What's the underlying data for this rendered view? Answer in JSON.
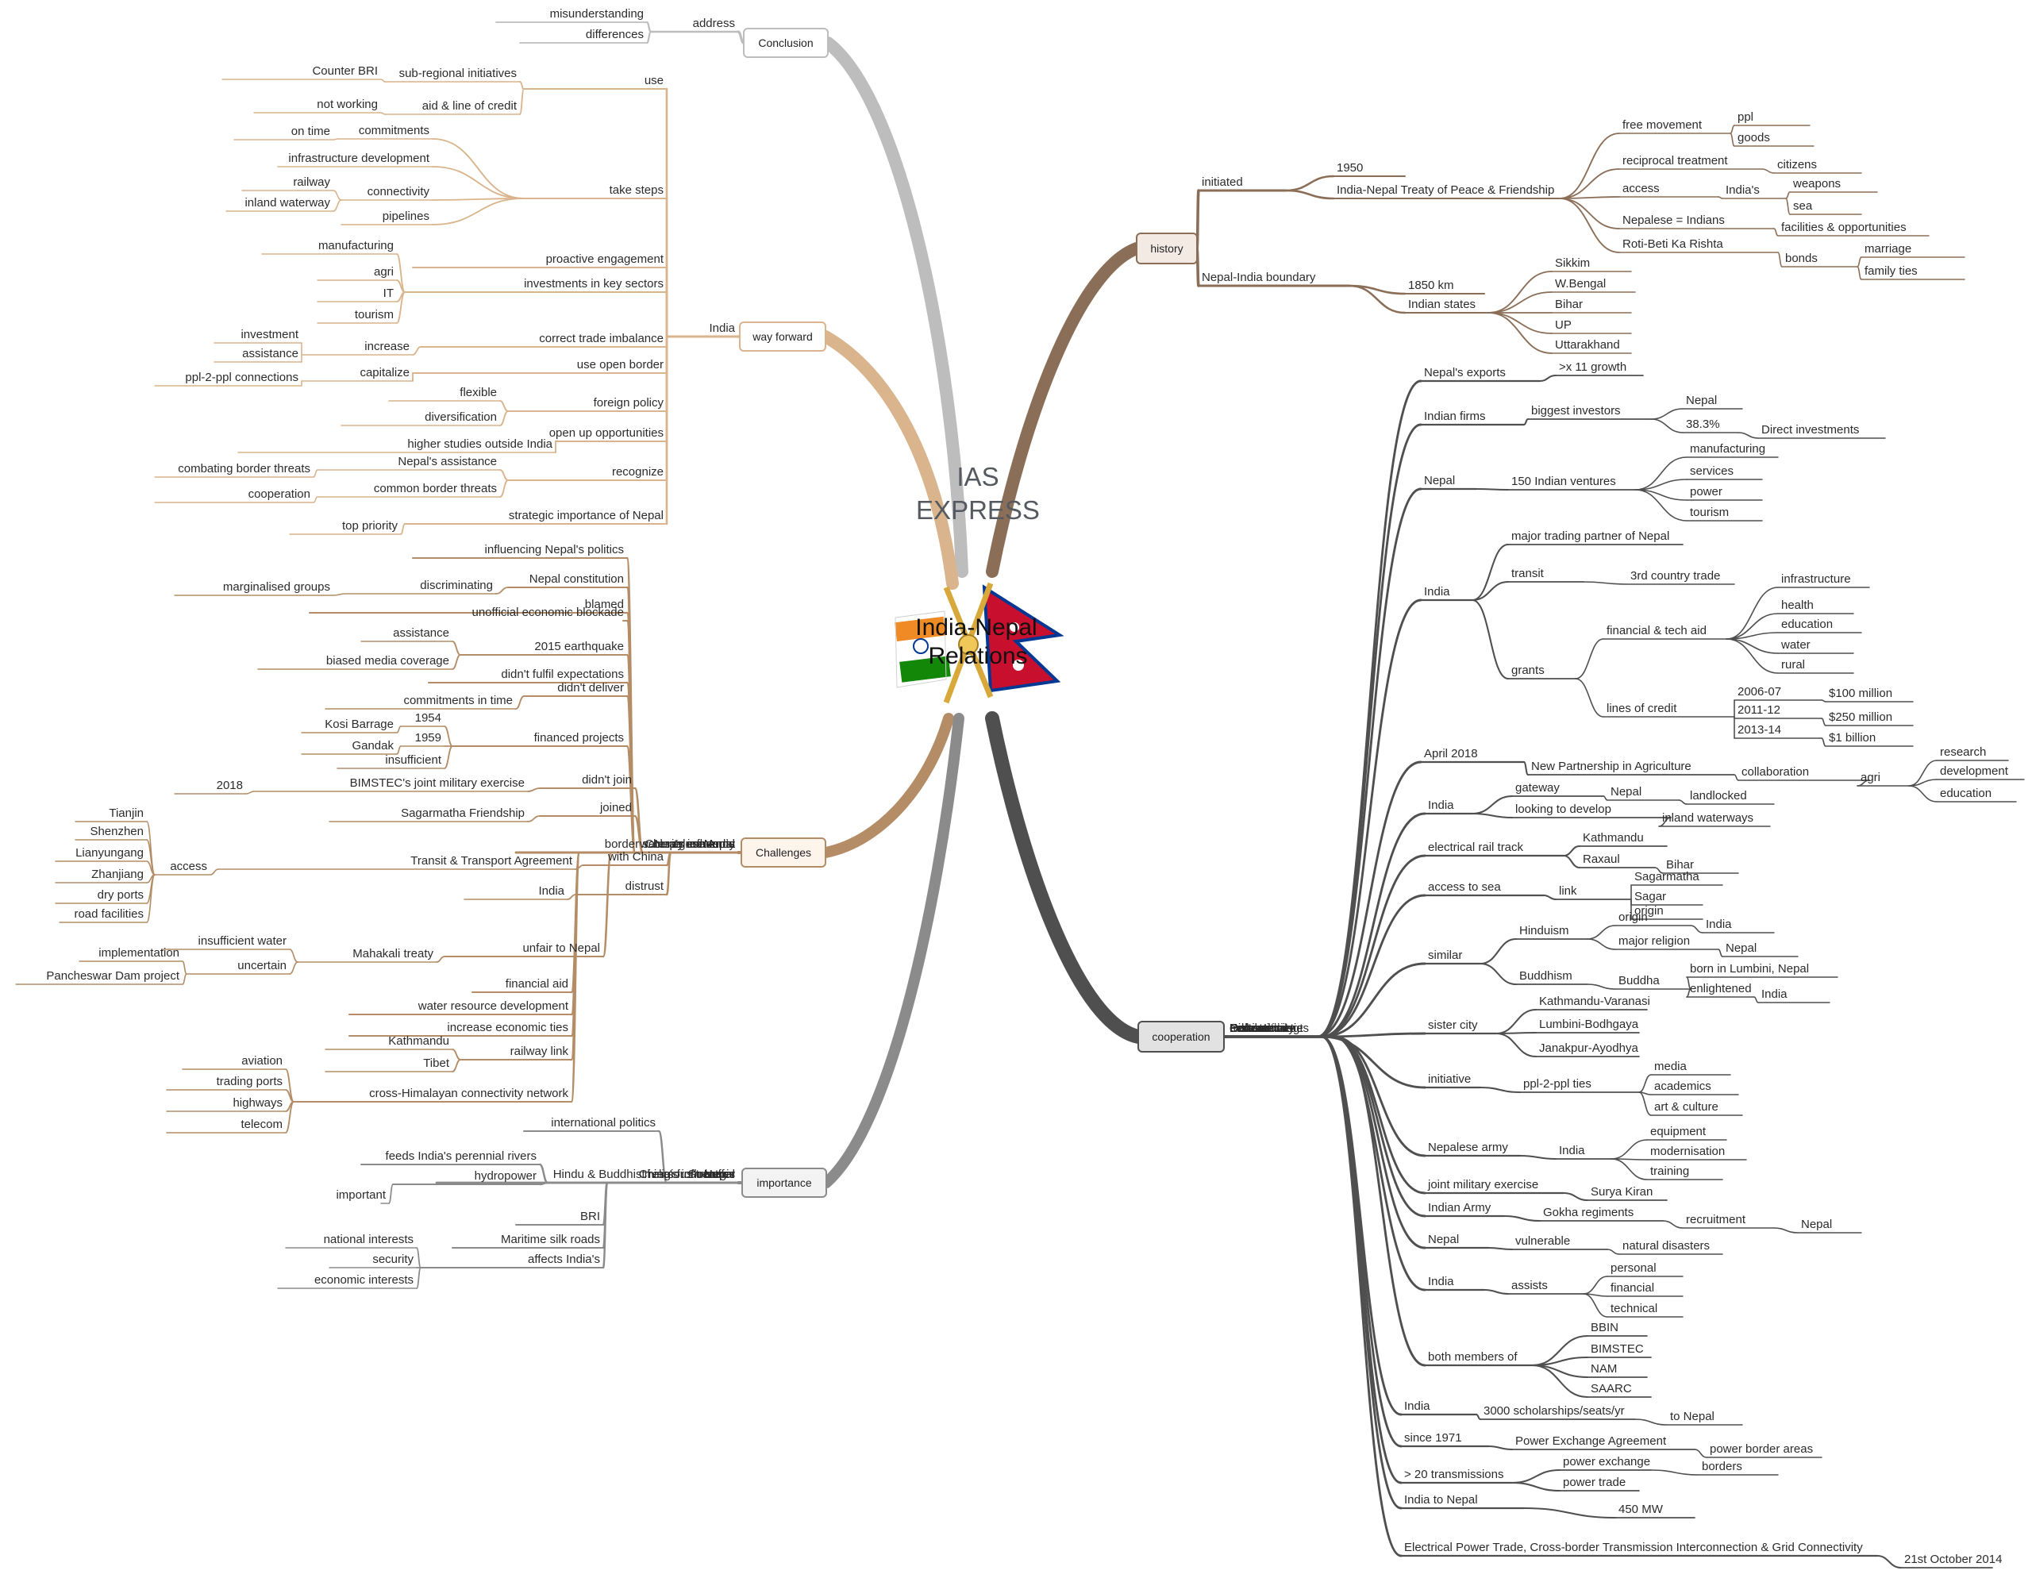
{
  "brand": {
    "line1": "IAS",
    "line2": "EXPRESS"
  },
  "center": {
    "line1": "India-Nepal",
    "line2": "Relations"
  },
  "colors": {
    "conclusion": "#bdbdbd",
    "way_forward": "#d9b48c",
    "challenges": "#b48d67",
    "importance": "#8b8b8b",
    "history": "#8b6e57",
    "cooperation": "#4f4f4f",
    "flag_saffron": "#f08a24",
    "flag_green": "#138808",
    "flag_red": "#c8102e",
    "flag_blue": "#003893",
    "pin_gold": "#d8a93a"
  },
  "branches": {
    "conclusion": {
      "label": "Conclusion",
      "items": {
        "address": "address",
        "misunderstanding": "misunderstanding",
        "differences": "differences"
      }
    },
    "way_forward": {
      "label": "way forward",
      "items": {
        "india": "India",
        "use": "use",
        "subregional": "sub-regional initiatives",
        "counter_bri": "Counter BRI",
        "aid_credit": "aid & line of credit",
        "not_working": "not working",
        "take_steps": "take steps",
        "commitments": "commitments",
        "on_time": "on time",
        "infra_dev": "infrastructure development",
        "connectivity": "connectivity",
        "railway": "railway",
        "inland_waterway": "inland waterway",
        "pipelines": "pipelines",
        "proactive": "proactive engagement",
        "investments_key": "investments in key sectors",
        "manufacturing": "manufacturing",
        "agri": "agri",
        "it": "IT",
        "tourism": "tourism",
        "correct_trade": "correct trade imbalance",
        "increase": "increase",
        "investment": "investment",
        "assistance": "assistance",
        "use_open_border": "use open border",
        "capitalize": "capitalize",
        "ppl_connections": "ppl-2-ppl connections",
        "foreign_policy": "foreign policy",
        "flexible": "flexible",
        "diversification": "diversification",
        "open_up": "open up opportunities",
        "higher_studies": "higher studies outside India",
        "recognize": "recognize",
        "nepals_assistance": "Nepal's assistance",
        "combating": "combating border threats",
        "common_threats": "common border threats",
        "cooperation": "cooperation",
        "strategic_importance": "strategic importance of Nepal",
        "top_priority": "top priority"
      }
    },
    "challenges": {
      "label": "Challenges",
      "items": {
        "india": "India",
        "influencing": "influencing Nepal's politics",
        "nepal_constitution": "Nepal constitution",
        "discriminating": "discriminating",
        "marginalised": "marginalised groups",
        "blamed": "blamed",
        "blockade": "unofficial economic blockade",
        "earthquake": "2015 earthquake",
        "assistance": "assistance",
        "biased_media": "biased media coverage",
        "didnt_fulfil": "didn't fulfil expectations",
        "didnt_deliver": "didn't deliver",
        "commitments_time": "commitments in time",
        "financed_projects": "financed projects",
        "y1954": "1954",
        "kosi": "Kosi Barrage",
        "y1959": "1959",
        "gandak": "Gandak",
        "insufficient": "insufficient",
        "nepalese_army": "Nepalese Army",
        "didnt_join": "didn't join",
        "bimstec_exercise": "BIMSTEC's joint military exercise",
        "y2018": "2018",
        "joined": "joined",
        "sagarmatha_friendship": "Sagarmatha Friendship",
        "nepal": "Nepal",
        "with_china": "with China",
        "transit_agreement": "Transit & Transport Agreement",
        "access": "access",
        "tianjin": "Tianjin",
        "shenzhen": "Shenzhen",
        "lianyungang": "Lianyungang",
        "zhanjiang": "Zhanjiang",
        "dry_ports": "dry ports",
        "road_facilities": "road facilities",
        "distrust": "distrust",
        "india2": "India",
        "water_agreements": "water agreements",
        "unfair": "unfair to Nepal",
        "mahakali": "Mahakali treaty",
        "insufficient_water": "insufficient water",
        "uncertain": "uncertain",
        "implementation": "implementation",
        "pancheswar": "Pancheswar Dam project",
        "border_security": "border security concerns",
        "chinas_influence": "China's influence",
        "financial_aid": "financial aid",
        "water_resource": "water resource development",
        "economic_ties": "increase economic ties",
        "railway_link": "railway link",
        "kathmandu": "Kathmandu",
        "tibet": "Tibet",
        "cross_himalayan": "cross-Himalayan connectivity network",
        "aviation": "aviation",
        "trading_ports": "trading ports",
        "highways": "highways",
        "telecom": "telecom"
      }
    },
    "importance": {
      "label": "importance",
      "items": {
        "strategic": "Strategic",
        "intl_politics": "international politics",
        "buffer": "buffer",
        "rivers": "rivers from Nepal",
        "perennial": "feeds India's perennial rivers",
        "hydropower": "hydropower",
        "religious": "Hindu & Buddhist religious centres",
        "important": "important",
        "chinas_influences": "China's influences",
        "bri": "BRI",
        "maritime": "Maritime silk roads",
        "affects": "affects India's",
        "national": "national interests",
        "security": "security",
        "economic": "economic interests"
      }
    },
    "history": {
      "label": "history",
      "items": {
        "initiated": "initiated",
        "y1950": "1950",
        "treaty": "India-Nepal Treaty of Peace & Friendship",
        "free_movement": "free movement",
        "ppl": "ppl",
        "goods": "goods",
        "reciprocal": "reciprocal treatment",
        "citizens": "citizens",
        "access": "access",
        "indias": "India's",
        "weapons": "weapons",
        "sea": "sea",
        "nepalese_indians": "Nepalese = Indians",
        "facilities": "facilities & opportunities",
        "roti_beti": "Roti-Beti Ka Rishta",
        "bonds": "bonds",
        "marriage": "marriage",
        "family_ties": "family ties",
        "boundary": "Nepal-India boundary",
        "km": "1850 km",
        "indian_states": "Indian states",
        "sikkim": "Sikkim",
        "wbengal": "W.Bengal",
        "bihar": "Bihar",
        "up": "UP",
        "uttarakhand": "Uttarakhand"
      }
    },
    "cooperation": {
      "label": "cooperation",
      "items": {
        "economic": "economic",
        "nepals_exports": "Nepal's exports",
        "growth": ">x 11 growth",
        "indian_firms": "Indian firms",
        "biggest_investors": "biggest investors",
        "nepal_a": "Nepal",
        "pct": "38.3%",
        "direct_investments": "Direct investments",
        "nepal_b": "Nepal",
        "ventures": "150 Indian ventures",
        "manufacturing": "manufacturing",
        "services": "services",
        "power": "power",
        "tourism": "tourism",
        "india_e": "India",
        "major_trading": "major trading partner of Nepal",
        "transit": "transit",
        "third_country": "3rd country trade",
        "grants": "grants",
        "fin_tech_aid": "financial & tech aid",
        "infrastructure": "infrastructure",
        "health": "health",
        "education": "education",
        "water": "water",
        "rural": "rural",
        "lines_credit": "lines of credit",
        "y2006": "2006-07",
        "m100": "$100 million",
        "y2011": "2011-12",
        "m250": "$250 million",
        "y2013": "2013-14",
        "b1": "$1 billion",
        "april2018": "April 2018",
        "new_partnership": "New Partnership in Agriculture",
        "collaboration": "collaboration",
        "agri": "agri",
        "research": "research",
        "development": "development",
        "education2": "education",
        "connectivity": "Connectivity",
        "india_c": "India",
        "gateway": "gateway",
        "nepal_c": "Nepal",
        "landlocked": "landlocked",
        "looking": "looking to develop",
        "inland_waterways": "inland waterways",
        "rail_track": "electrical rail track",
        "kathmandu": "Kathmandu",
        "raxaul": "Raxaul",
        "bihar": "Bihar",
        "access_sea": "access to sea",
        "link": "link",
        "sagarmatha": "Sagarmatha",
        "sagar": "Sagar",
        "cultural": "Cultural ties",
        "similar": "similar",
        "hinduism": "Hinduism",
        "origin": "origin",
        "india_o": "India",
        "major_religion": "major religion",
        "nepal_r": "Nepal",
        "buddhism": "Buddhism",
        "buddha": "Buddha",
        "born_lumbini": "born in Lumbini, Nepal",
        "enlightened": "enlightened",
        "india_b": "India",
        "sister_city": "sister city",
        "kv": "Kathmandu-Varanasi",
        "lb": "Lumbini-Bodhgaya",
        "ja": "Janakpur-Ayodhya",
        "initiative": "initiative",
        "ppl_ties": "ppl-2-ppl ties",
        "media": "media",
        "academics": "academics",
        "art_culture": "art & culture",
        "defence": "Defence ties",
        "nepalese_army": "Nepalese army",
        "india_d": "India",
        "equipment": "equipment",
        "modernisation": "modernisation",
        "training": "training",
        "joint_exercise": "joint military exercise",
        "surya_kiran": "Surya Kiran",
        "indian_army": "Indian Army",
        "gokha": "Gokha regiments",
        "recruitment": "recruitment",
        "nepal_d": "Nepal",
        "disaster": "Disaster magt",
        "nepal_dm": "Nepal",
        "vulnerable": "vulnerable",
        "natural_disasters": "natural disasters",
        "india_dm": "India",
        "assists": "assists",
        "personal": "personal",
        "financial": "financial",
        "technical": "technical",
        "multilateral": "multilateral ties",
        "both_members": "both members of",
        "bbin": "BBIN",
        "bimstec": "BIMSTEC",
        "nam": "NAM",
        "saarc": "SAARC",
        "education_t": "Education",
        "india_ed": "India",
        "scholarships": "3000 scholarships/seats/yr",
        "to_nepal": "to Nepal",
        "power_t": "Power",
        "since1971": "since 1971",
        "pea": "Power Exchange Agreement",
        "border_areas": "power border areas",
        "transmissions": "> 20 transmissions",
        "power_exchange": "power exchange",
        "borders": "borders",
        "power_trade": "power trade",
        "india_to_nepal": "India to Nepal",
        "mw": "450 MW",
        "electrical_trade": "Electrical Power Trade, Cross-border Transmission Interconnection & Grid Connectivity",
        "oct2014": "21st October 2014"
      }
    }
  }
}
